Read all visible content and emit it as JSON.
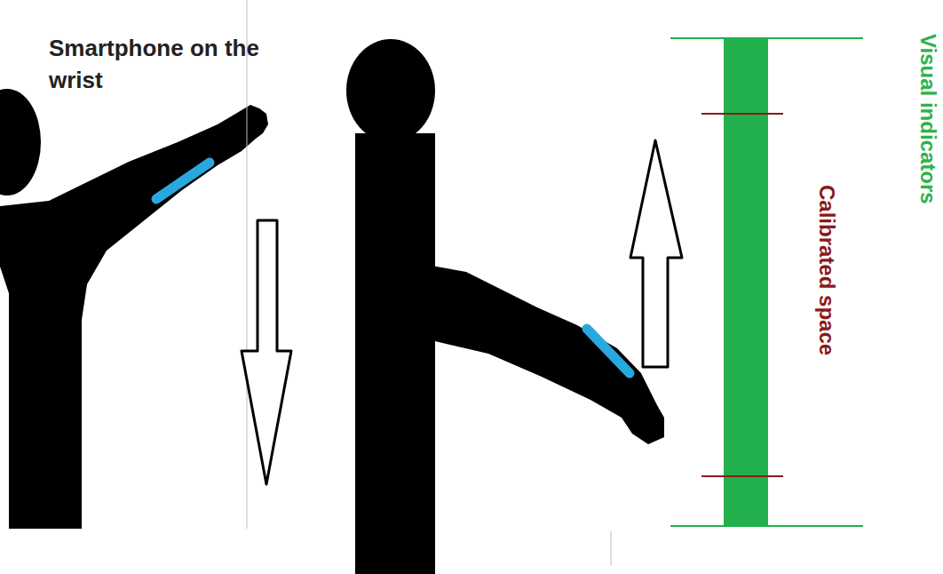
{
  "diagram": {
    "labels": [
      "Smartphone on the wrist",
      "Calibrated space",
      "Visual indicators"
    ]
  }
}
